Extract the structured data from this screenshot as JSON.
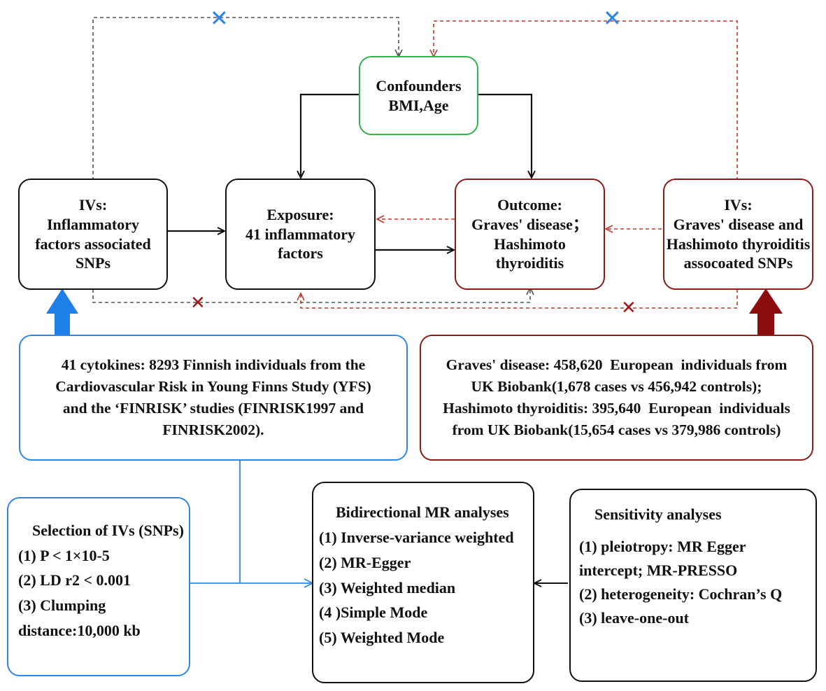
{
  "confounders": {
    "title": "Confounders",
    "detail": "BMI,Age"
  },
  "ivs_left": {
    "lines": [
      "IVs:",
      "Inflammatory",
      "factors associated",
      "SNPs"
    ]
  },
  "exposure": {
    "lines": [
      "Exposure:",
      "41 inflammatory",
      "factors"
    ]
  },
  "outcome": {
    "lines": [
      "Outcome:",
      "Graves' disease；",
      "Hashimoto",
      "thyroiditis"
    ]
  },
  "ivs_right": {
    "lines": [
      "IVs:",
      "Graves' disease and",
      "Hashimoto thyroiditis",
      "assocoated SNPs"
    ]
  },
  "cytokines_source": {
    "lines": [
      "41 cytokines: 8293 Finnish individuals from the",
      "Cardiovascular Risk in Young Finns Study (YFS)",
      "and the ‘FINRISK’ studies (FINRISK1997 and",
      "FINRISK2002)."
    ]
  },
  "outcome_source": {
    "lines": [
      "Graves' disease: 458,620  European  individuals from",
      "UK Biobank(1,678 cases vs 456,942 controls);",
      "Hashimoto thyroiditis: 395,640  European  individuals",
      "from UK Biobank(15,654 cases vs 379,986 controls)"
    ]
  },
  "selection": {
    "title": "Selection of IVs (SNPs)",
    "items": [
      "(1) P < 1×10-5",
      "(2) LD r2 < 0.001",
      "(3) Clumping",
      "distance:10,000 kb"
    ]
  },
  "mr_analyses": {
    "title": "Bidirectional MR analyses",
    "items": [
      "(1) Inverse-variance weighted",
      "(2) MR-Egger",
      "(3) Weighted median",
      "(4 )Simple Mode",
      "(5) Weighted Mode"
    ]
  },
  "sensitivity": {
    "title": "Sensitivity analyses",
    "items": [
      "(1) pleiotropy: MR Egger",
      "intercept; MR-PRESSO",
      "(2) heterogeneity: Cochran’s Q",
      "(3) leave-one-out"
    ]
  },
  "crosses": {
    "symbol": "✕"
  },
  "colors": {
    "black": "#111111",
    "green": "#2fb34a",
    "red": "#8b1a1a",
    "blue": "#2e86e6",
    "dashed_red": "#c0392b",
    "dashed_gray": "#555555",
    "cross_blue": "#2e86e6",
    "cross_red": "#a01818"
  }
}
